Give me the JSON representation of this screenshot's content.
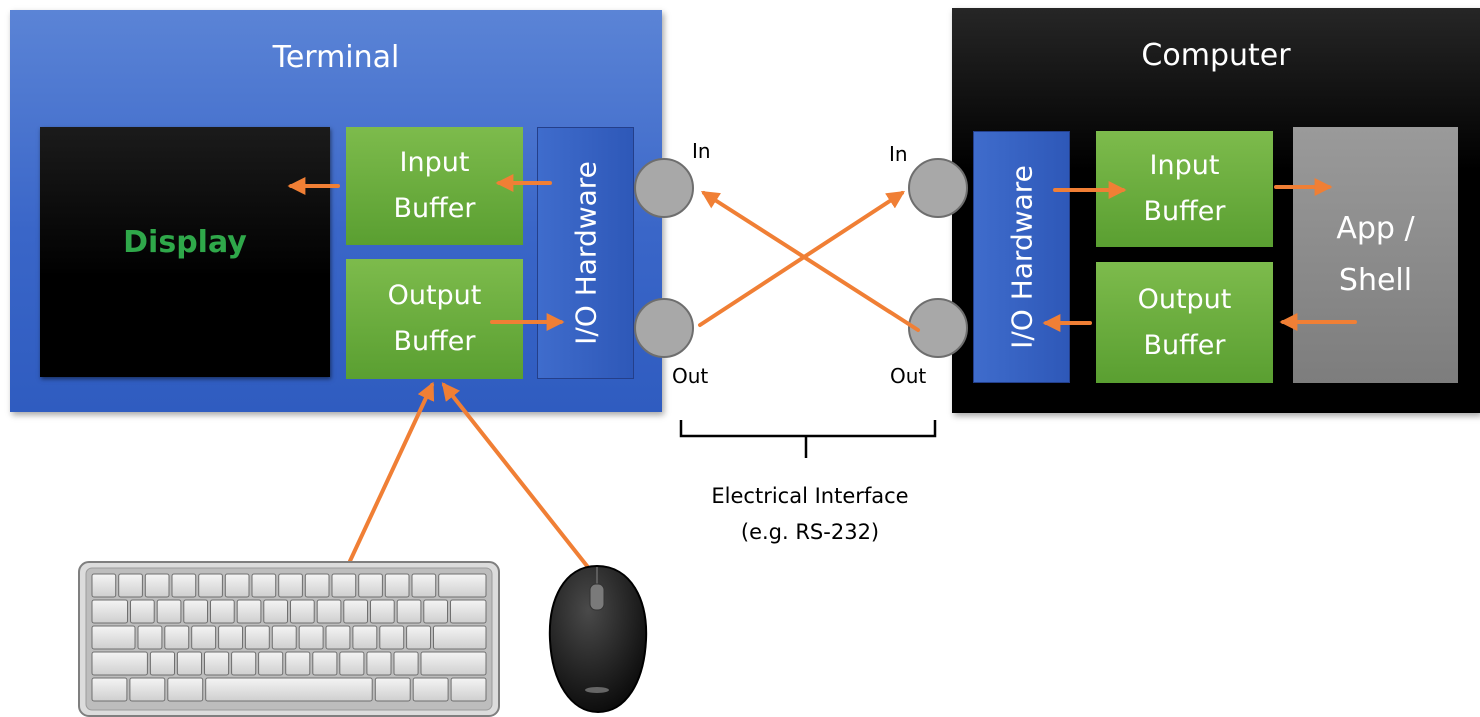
{
  "terminal": {
    "title": "Terminal",
    "display_label": "Display",
    "input_buffer": [
      "Input",
      "Buffer"
    ],
    "output_buffer": [
      "Output",
      "Buffer"
    ],
    "io_hardware": "I/O Hardware"
  },
  "computer": {
    "title": "Computer",
    "io_hardware": "I/O Hardware",
    "input_buffer": [
      "Input",
      "Buffer"
    ],
    "output_buffer": [
      "Output",
      "Buffer"
    ],
    "app_shell": [
      "App /",
      "Shell"
    ]
  },
  "ports": {
    "terminal_in": "In",
    "terminal_out": "Out",
    "computer_in": "In",
    "computer_out": "Out"
  },
  "interface": {
    "line1": "Electrical Interface",
    "line2": "(e.g. RS-232)"
  },
  "peripherals": {
    "keyboard": "keyboard",
    "mouse": "mouse"
  },
  "colors": {
    "arrow": "#f07f35",
    "terminal_bg": "#3a66c8",
    "computer_bg": "#000000",
    "buffer_green": "#6aad3e",
    "display_text": "#2fa84a",
    "app_gray": "#8c8c8c",
    "port_gray": "#a8a8a8"
  }
}
